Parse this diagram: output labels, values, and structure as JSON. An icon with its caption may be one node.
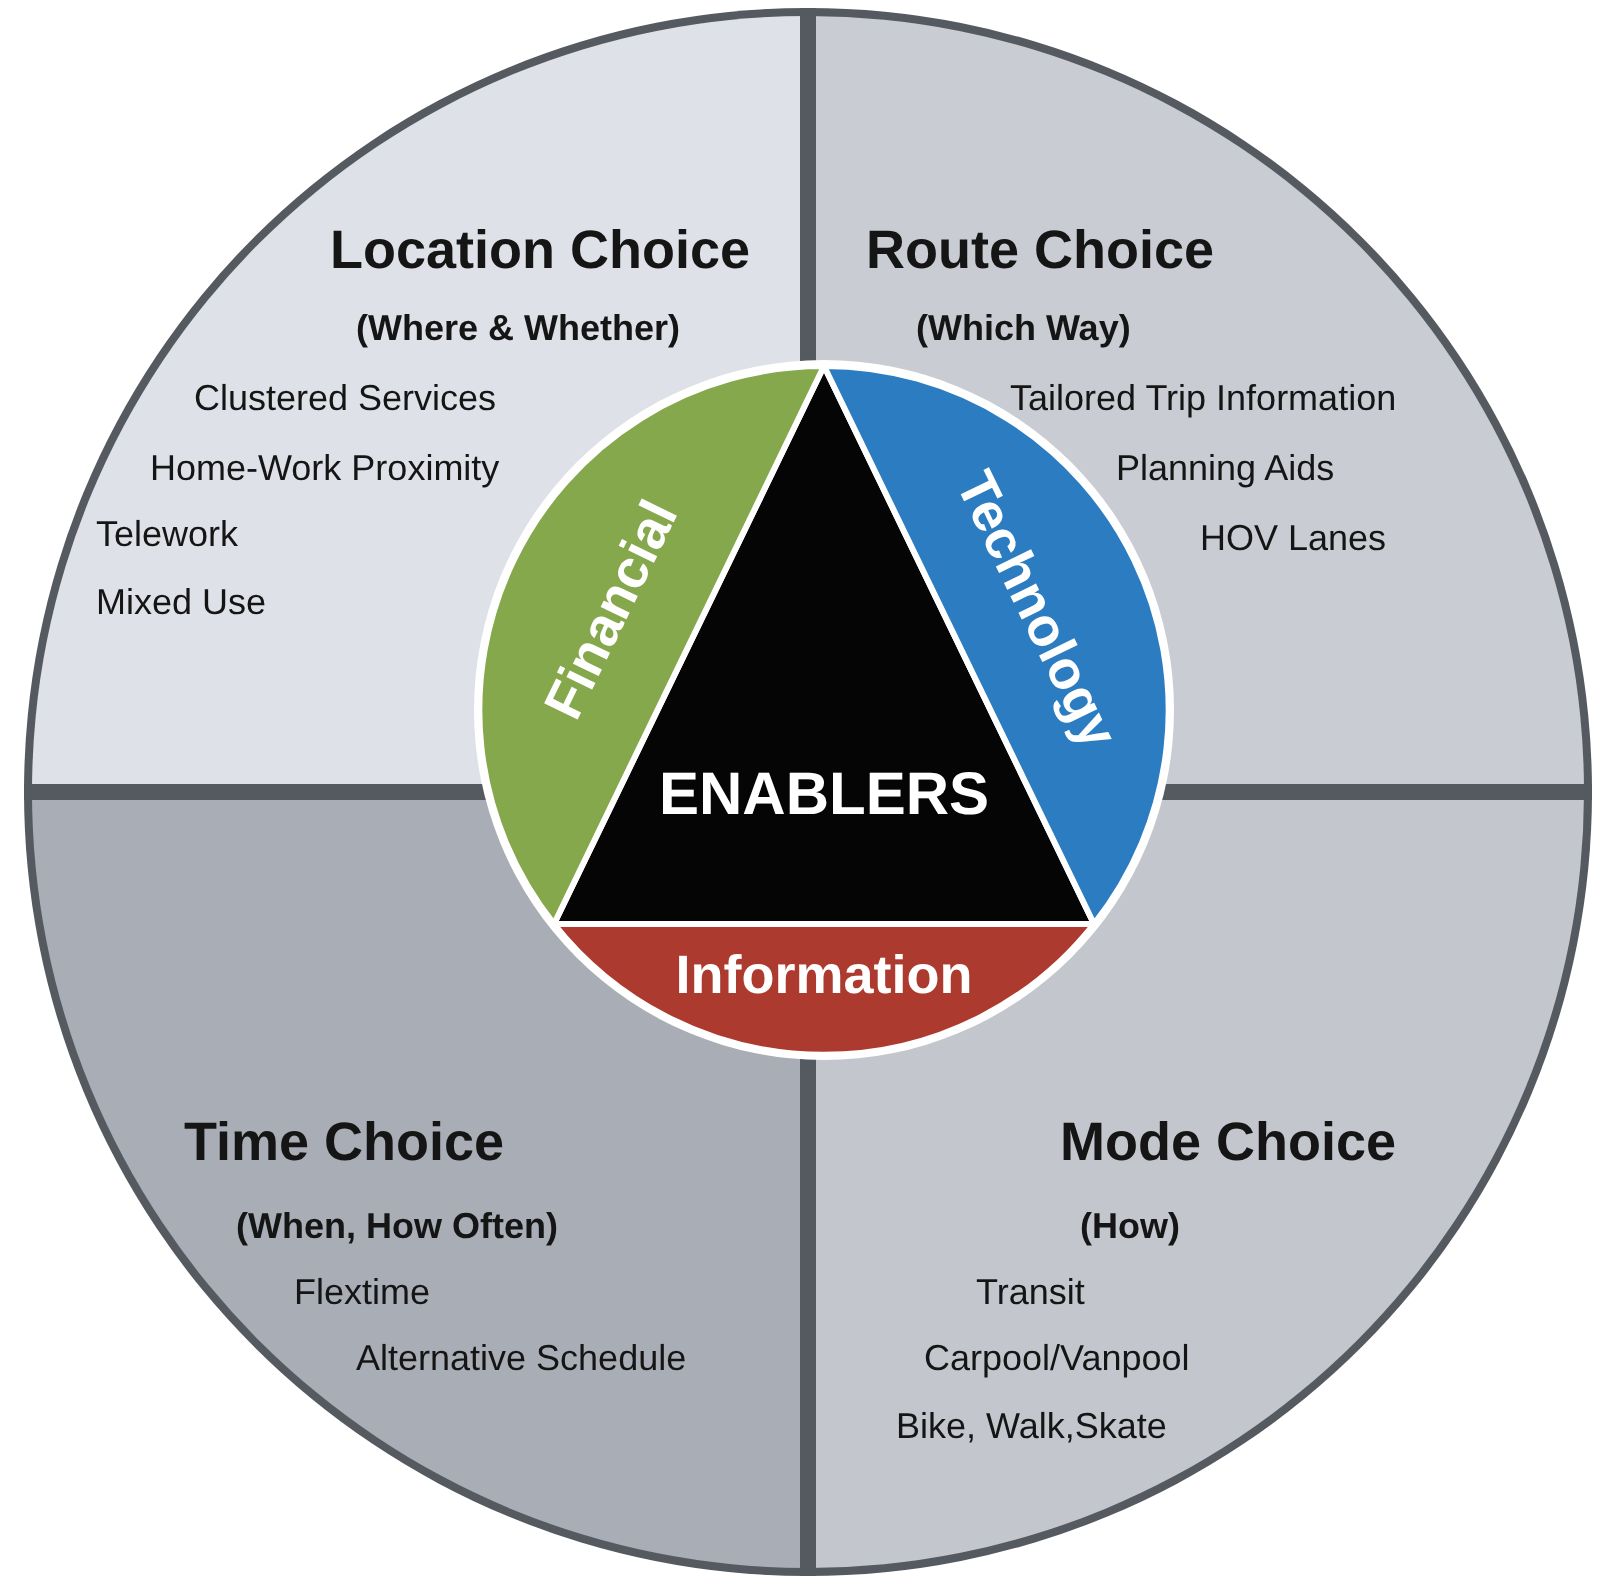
{
  "diagram": {
    "nodes": [
      {
        "text": [
          "Location Choice",
          "(Where & Whether)",
          "Clustered Services",
          "Home-Work Proximity",
          "Telework",
          "Mixed Use"
        ]
      },
      {
        "text": [
          "Route Choice",
          "(Which Way)",
          "Tailored Trip Information",
          "Planning Aids",
          "HOV Lanes"
        ]
      },
      {
        "text": [
          "Time Choice",
          "(When, How Often)",
          "Flextime",
          "Alternative Schedule"
        ]
      },
      {
        "text": [
          "Mode Choice",
          "(How)",
          "Transit",
          "Carpool/Vanpool",
          "Bike, Walk,Skate"
        ]
      },
      {
        "text": [
          "ENABLERS"
        ]
      },
      {
        "text": [
          "Financial"
        ]
      },
      {
        "text": [
          "Technology"
        ]
      },
      {
        "text": [
          "Information"
        ]
      }
    ]
  }
}
